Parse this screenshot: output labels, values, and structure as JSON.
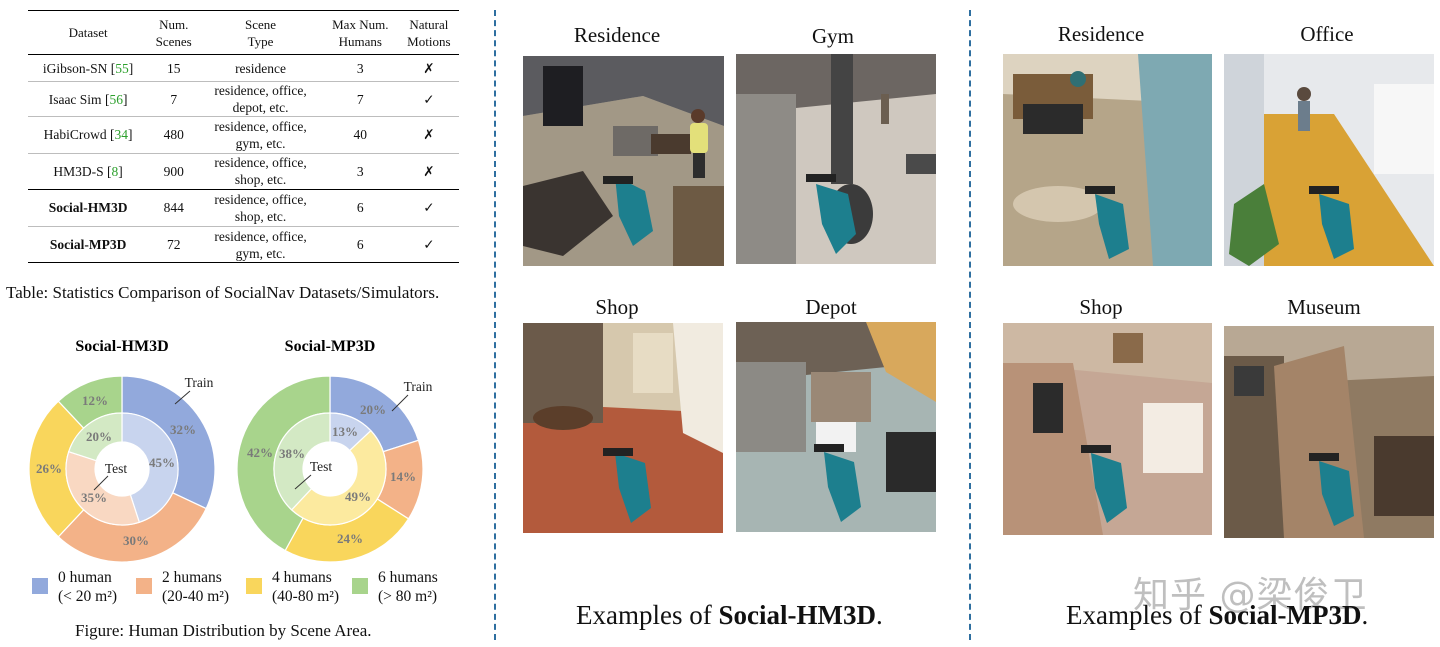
{
  "table": {
    "headers": [
      {
        "line1": "Dataset",
        "line2": ""
      },
      {
        "line1": "Num.",
        "line2": "Scenes"
      },
      {
        "line1": "Scene",
        "line2": "Type"
      },
      {
        "line1": "Max Num.",
        "line2": "Humans"
      },
      {
        "line1": "Natural",
        "line2": "Motions"
      }
    ],
    "rows": [
      {
        "name": "iGibson-SN",
        "ref": "55",
        "scenes": "15",
        "type1": "residence",
        "type2": "",
        "humans": "3",
        "motions": "✗"
      },
      {
        "name": "Isaac Sim",
        "ref": "56",
        "scenes": "7",
        "type1": "residence, office,",
        "type2": "depot, etc.",
        "humans": "7",
        "motions": "✓"
      },
      {
        "name": "HabiCrowd",
        "ref": "34",
        "scenes": "480",
        "type1": "residence, office,",
        "type2": "gym, etc.",
        "humans": "40",
        "motions": "✗"
      },
      {
        "name": "HM3D-S",
        "ref": "8",
        "scenes": "900",
        "type1": "residence, office,",
        "type2": "shop, etc.",
        "humans": "3",
        "motions": "✗"
      },
      {
        "name": "Social-HM3D",
        "ref": "",
        "scenes": "844",
        "type1": "residence, office,",
        "type2": "shop, etc.",
        "humans": "6",
        "motions": "✓"
      },
      {
        "name": "Social-MP3D",
        "ref": "",
        "scenes": "72",
        "type1": "residence, office,",
        "type2": "gym, etc.",
        "humans": "6",
        "motions": "✓"
      }
    ],
    "caption": "Table: Statistics Comparison of SocialNav Datasets/Simulators."
  },
  "chart_data": [
    {
      "type": "pie",
      "title": "Social-HM3D",
      "rings": [
        {
          "name": "Train",
          "values": [
            32,
            30,
            26,
            12
          ]
        },
        {
          "name": "Test",
          "values": [
            45,
            35,
            0,
            20
          ]
        }
      ],
      "categories": [
        "0 human (< 20 m²)",
        "2 humans (20-40 m²)",
        "4 humans (40-80 m²)",
        "6 humans (> 80 m²)"
      ]
    },
    {
      "type": "pie",
      "title": "Social-MP3D",
      "rings": [
        {
          "name": "Train",
          "values": [
            20,
            14,
            24,
            42
          ]
        },
        {
          "name": "Test",
          "values": [
            13,
            0,
            49,
            38
          ]
        }
      ],
      "categories": [
        "0 human (< 20 m²)",
        "2 humans (20-40 m²)",
        "4 humans (40-80 m²)",
        "6 humans (> 80 m²)"
      ]
    }
  ],
  "chart_labels": {
    "hm3d": {
      "title": "Social-HM3D",
      "train": "Train",
      "test": "Test",
      "outer": [
        "32%",
        "30%",
        "26%",
        "12%"
      ],
      "inner": [
        "45%",
        "35%",
        "20%"
      ]
    },
    "mp3d": {
      "title": "Social-MP3D",
      "train": "Train",
      "test": "Test",
      "outer": [
        "20%",
        "14%",
        "24%",
        "42%"
      ],
      "inner": [
        "13%",
        "49%",
        "38%"
      ]
    }
  },
  "colors": {
    "blue": "#92a9dc",
    "orange": "#f3b288",
    "yellow": "#f9d65c",
    "green": "#a8d48c",
    "blue_light": "#c8d4ee",
    "orange_light": "#f9d8c2",
    "yellow_light": "#fcea9f",
    "green_light": "#d3e9c4",
    "divider": "#2e6fa0"
  },
  "legend": [
    {
      "line1": "0 human",
      "line2": "(< 20 m²)"
    },
    {
      "line1": "2 humans",
      "line2": "(20-40 m²)"
    },
    {
      "line1": "4 humans",
      "line2": "(40-80 m²)"
    },
    {
      "line1": "6 humans",
      "line2": "(> 80 m²)"
    }
  ],
  "figure_caption": "Figure: Human Distribution by Scene Area.",
  "hm3d_examples": {
    "labels": [
      "Residence",
      "Gym",
      "Shop",
      "Depot"
    ],
    "caption_prefix": "Examples of ",
    "caption_bold": "Social-HM3D",
    "caption_suffix": "."
  },
  "mp3d_examples": {
    "labels": [
      "Residence",
      "Office",
      "Shop",
      "Museum"
    ],
    "caption_prefix": "Examples of ",
    "caption_bold": "Social-MP3D",
    "caption_suffix": "."
  },
  "watermark": "知乎 @梁俊卫"
}
